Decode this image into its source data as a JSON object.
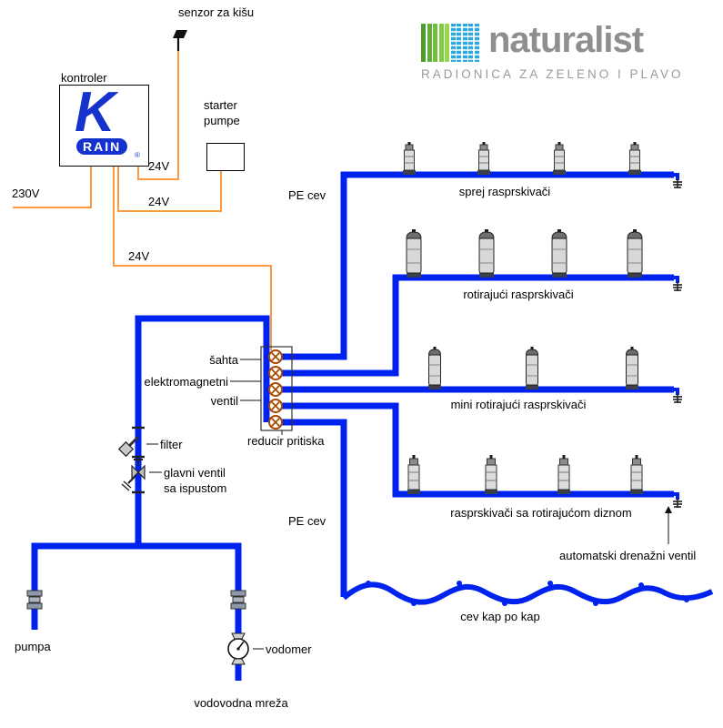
{
  "header": {
    "brand": "naturalist",
    "tagline": "RADIONICA ZA ZELENO I PLAVO"
  },
  "controller": {
    "label": "kontroler",
    "logo_k": "K",
    "logo_rain": "RAIN",
    "logo_reg": "®"
  },
  "wiring": {
    "sensor_label": "senzor za kišu",
    "starter_label": "starter\npumpe",
    "v230": "230V",
    "v24_sensor": "24V",
    "v24_starter": "24V",
    "v24_valves": "24V"
  },
  "pipes": {
    "pe_top": "PE cev",
    "pe_bottom": "PE cev"
  },
  "zones": {
    "line1": "sprej rasprskivači",
    "line2": "rotirajući rasprskivači",
    "line3": "mini rotirajući rasprskivači",
    "line4": "rasprskivači sa rotirajućom diznom",
    "drip": "cev kap po kap"
  },
  "manifold": {
    "sahta": "šahta",
    "valve_line1": "elektromagnetni",
    "valve_line2": "ventil",
    "reducer": "reducir pritiska"
  },
  "supply": {
    "filter": "filter",
    "main_valve": "glavni ventil\nsa ispustom",
    "pump": "pumpa",
    "water_meter": "vodomer",
    "network": "vodovodna mreža",
    "drain_valve": "automatski drenažni ventil"
  },
  "colors": {
    "pipe": "#0022ee",
    "wire": "#ff9940",
    "brand_gray": "#8f8f8f",
    "brand_green": "#70bd3f",
    "brand_blue": "#2aa9e0",
    "krain_blue": "#1533cc"
  }
}
